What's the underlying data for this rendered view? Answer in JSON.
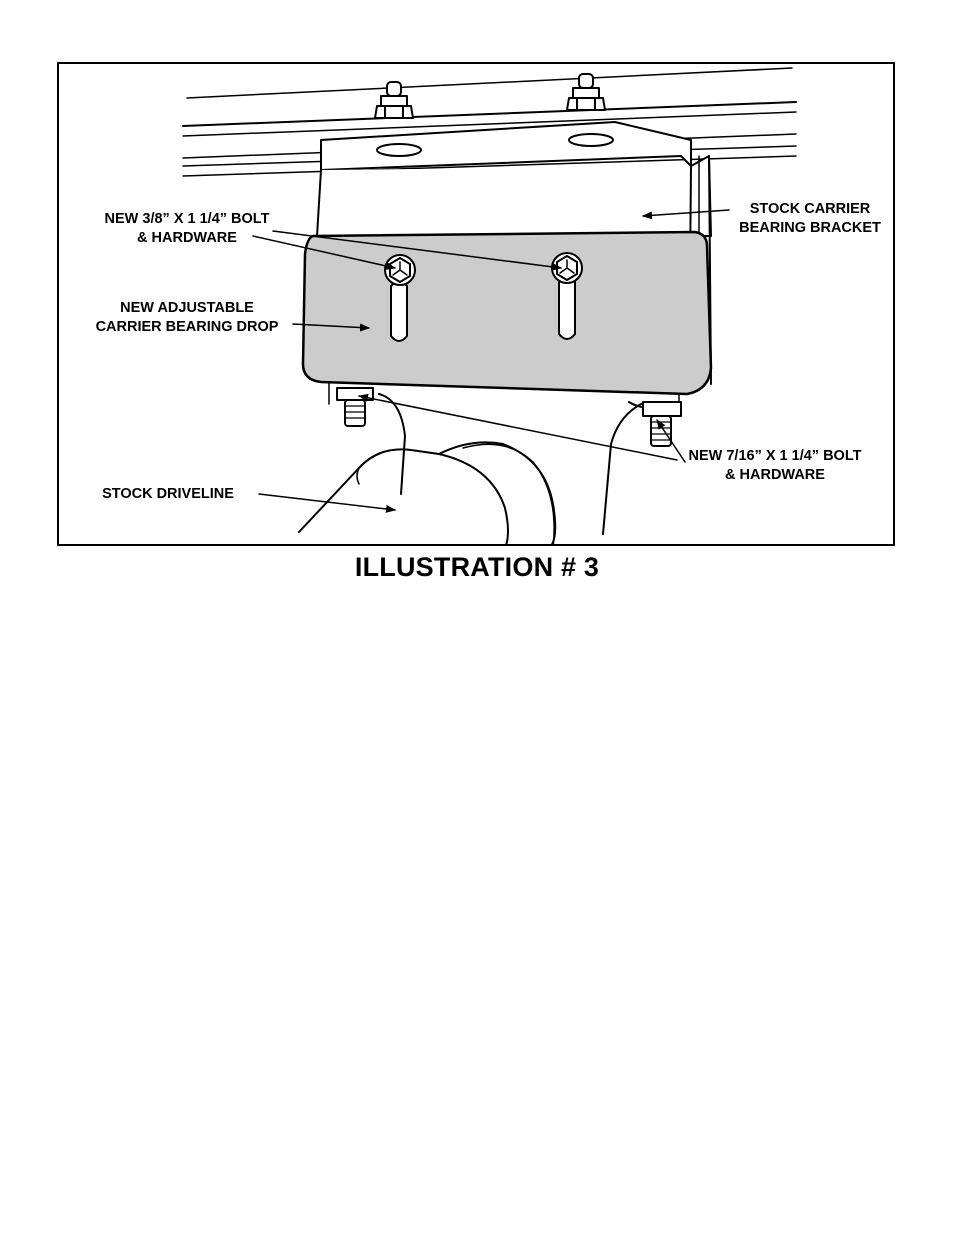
{
  "caption": "ILLUSTRATION # 3",
  "callouts": {
    "bolt_38": {
      "line1": "NEW 3/8” X 1 1/4” BOLT",
      "line2": "& HARDWARE"
    },
    "adjustable_drop": {
      "line1": "NEW ADJUSTABLE",
      "line2": "CARRIER BEARING DROP"
    },
    "stock_bracket": {
      "line1": "STOCK CARRIER",
      "line2": "BEARING BRACKET"
    },
    "bolt_716": {
      "line1": "NEW 7/16” X 1 1/4” BOLT",
      "line2": "& HARDWARE"
    },
    "driveline": {
      "line1": "STOCK DRIVELINE"
    }
  },
  "colors": {
    "drop_fill": "#cccccc",
    "line": "#000000",
    "paper": "#ffffff"
  }
}
